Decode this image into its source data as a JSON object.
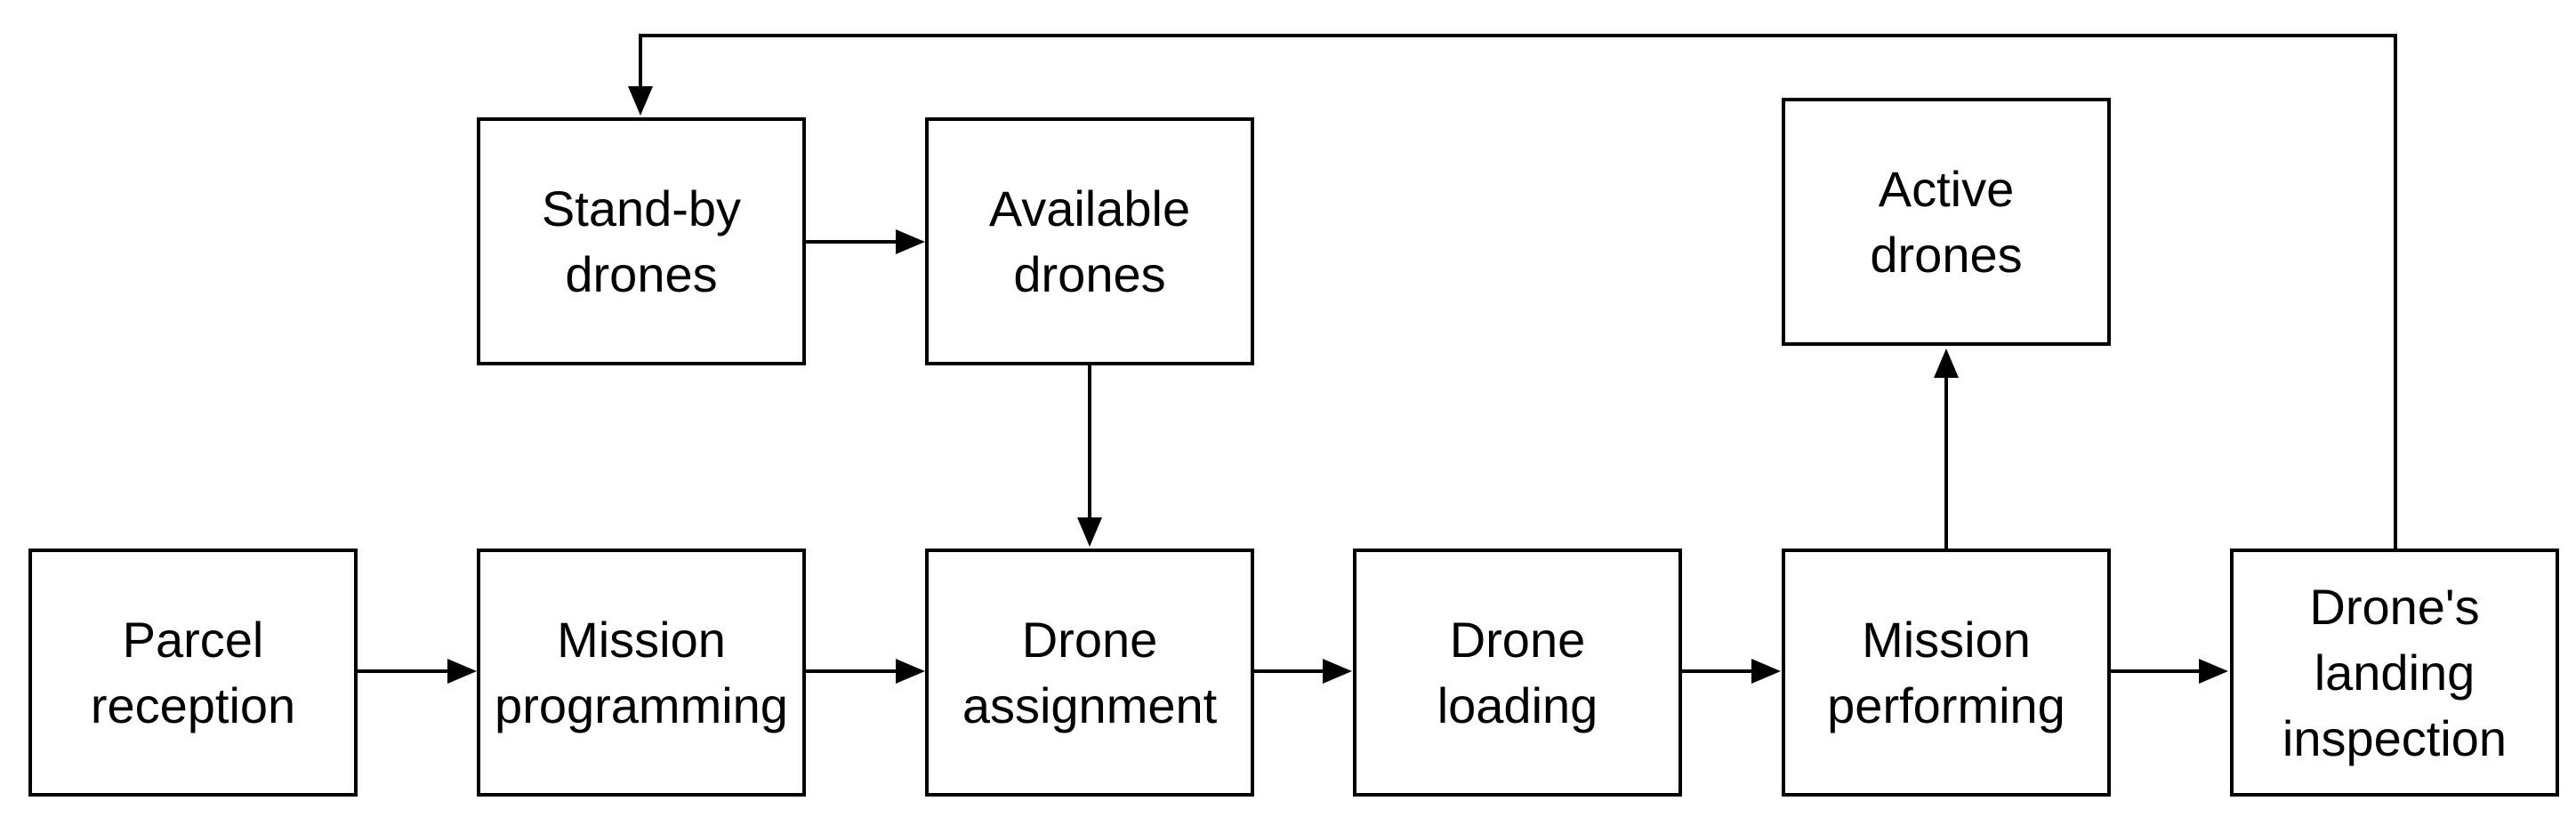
{
  "diagram": {
    "nodes": {
      "parcel_reception": "Parcel\nreception",
      "mission_programming": "Mission\nprogramming",
      "drone_assignment": "Drone\nassignment",
      "drone_loading": "Drone\nloading",
      "mission_performing": "Mission\nperforming",
      "landing_inspection": "Drone's\nlanding\ninspection",
      "standby_drones": "Stand-by\ndrones",
      "available_drones": "Available\ndrones",
      "active_drones": "Active\ndrones"
    },
    "edges": [
      {
        "from": "parcel_reception",
        "to": "mission_programming"
      },
      {
        "from": "mission_programming",
        "to": "drone_assignment"
      },
      {
        "from": "drone_assignment",
        "to": "drone_loading"
      },
      {
        "from": "drone_loading",
        "to": "mission_performing"
      },
      {
        "from": "mission_performing",
        "to": "landing_inspection"
      },
      {
        "from": "standby_drones",
        "to": "available_drones"
      },
      {
        "from": "available_drones",
        "to": "drone_assignment"
      },
      {
        "from": "mission_performing",
        "to": "active_drones"
      },
      {
        "from": "landing_inspection",
        "to": "standby_drones"
      }
    ],
    "colors": {
      "stroke": "#000000",
      "background": "#ffffff"
    }
  }
}
